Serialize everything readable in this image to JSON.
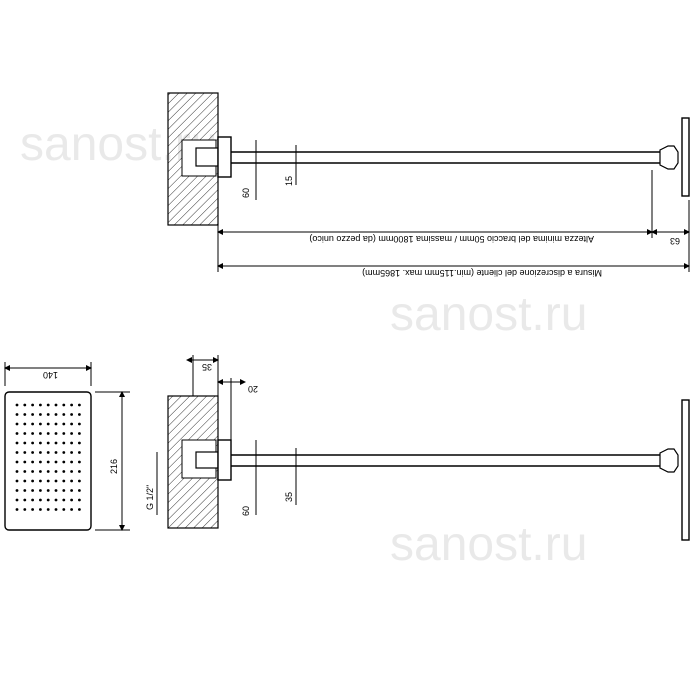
{
  "watermark": "sanost.ru",
  "top_view": {
    "dim_60": "60",
    "dim_15": "15",
    "dim_63": "63",
    "arm_note": "Altezza minima del braccio 50mm / massima 1800mm (da pezzo unico)",
    "total_note": "Misura a discrezione del cliente (min.115mm max. 1865mm)"
  },
  "front_view": {
    "width": "140",
    "height": "216"
  },
  "side_view": {
    "dim_35_top": "35",
    "dim_20": "20",
    "dim_60": "60",
    "dim_35": "35",
    "thread": "G 1/2\""
  }
}
